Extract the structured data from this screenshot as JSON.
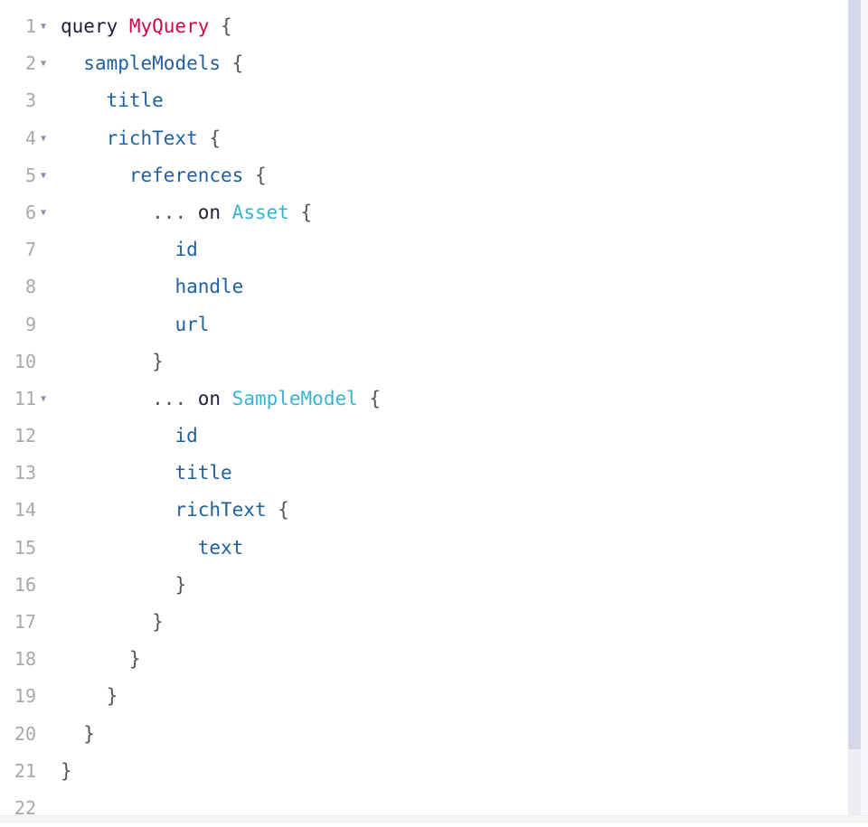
{
  "editor": {
    "lines": [
      {
        "n": "1",
        "fold": true,
        "indent": "",
        "tokens": [
          [
            "kw",
            "query "
          ],
          [
            "def",
            "MyQuery"
          ],
          [
            "punct",
            " {"
          ]
        ]
      },
      {
        "n": "2",
        "fold": true,
        "indent": "  ",
        "tokens": [
          [
            "field",
            "sampleModels"
          ],
          [
            "punct",
            " {"
          ]
        ]
      },
      {
        "n": "3",
        "fold": false,
        "indent": "    ",
        "tokens": [
          [
            "field",
            "title"
          ]
        ]
      },
      {
        "n": "4",
        "fold": true,
        "indent": "    ",
        "tokens": [
          [
            "field",
            "richText"
          ],
          [
            "punct",
            " {"
          ]
        ]
      },
      {
        "n": "5",
        "fold": true,
        "indent": "      ",
        "tokens": [
          [
            "field",
            "references"
          ],
          [
            "punct",
            " {"
          ]
        ]
      },
      {
        "n": "6",
        "fold": true,
        "indent": "        ",
        "tokens": [
          [
            "punct",
            "... "
          ],
          [
            "kw",
            "on "
          ],
          [
            "type",
            "Asset"
          ],
          [
            "punct",
            " {"
          ]
        ]
      },
      {
        "n": "7",
        "fold": false,
        "indent": "          ",
        "tokens": [
          [
            "field",
            "id"
          ]
        ]
      },
      {
        "n": "8",
        "fold": false,
        "indent": "          ",
        "tokens": [
          [
            "field",
            "handle"
          ]
        ]
      },
      {
        "n": "9",
        "fold": false,
        "indent": "          ",
        "tokens": [
          [
            "field",
            "url"
          ]
        ]
      },
      {
        "n": "10",
        "fold": false,
        "indent": "        ",
        "tokens": [
          [
            "punct",
            "}"
          ]
        ]
      },
      {
        "n": "11",
        "fold": true,
        "indent": "        ",
        "tokens": [
          [
            "punct",
            "... "
          ],
          [
            "kw",
            "on "
          ],
          [
            "type",
            "SampleModel"
          ],
          [
            "punct",
            " {"
          ]
        ]
      },
      {
        "n": "12",
        "fold": false,
        "indent": "          ",
        "tokens": [
          [
            "field",
            "id"
          ]
        ]
      },
      {
        "n": "13",
        "fold": false,
        "indent": "          ",
        "tokens": [
          [
            "field",
            "title"
          ]
        ]
      },
      {
        "n": "14",
        "fold": false,
        "indent": "          ",
        "tokens": [
          [
            "field",
            "richText"
          ],
          [
            "punct",
            " {"
          ]
        ]
      },
      {
        "n": "15",
        "fold": false,
        "indent": "            ",
        "tokens": [
          [
            "field",
            "text"
          ]
        ]
      },
      {
        "n": "16",
        "fold": false,
        "indent": "          ",
        "tokens": [
          [
            "punct",
            "}"
          ]
        ]
      },
      {
        "n": "17",
        "fold": false,
        "indent": "        ",
        "tokens": [
          [
            "punct",
            "}"
          ]
        ]
      },
      {
        "n": "18",
        "fold": false,
        "indent": "      ",
        "tokens": [
          [
            "punct",
            "}"
          ]
        ]
      },
      {
        "n": "19",
        "fold": false,
        "indent": "    ",
        "tokens": [
          [
            "punct",
            "}"
          ]
        ]
      },
      {
        "n": "20",
        "fold": false,
        "indent": "  ",
        "tokens": [
          [
            "punct",
            "}"
          ]
        ]
      },
      {
        "n": "21",
        "fold": false,
        "indent": "",
        "tokens": [
          [
            "punct",
            "}"
          ]
        ]
      },
      {
        "n": "22",
        "fold": false,
        "indent": "",
        "tokens": []
      }
    ],
    "fold_glyph": "▼",
    "colors": {
      "keyword": "#1f1f3a",
      "definition": "#d2054e",
      "field": "#1f61a0",
      "type": "#39b3d0",
      "line_number": "#a8a8a8"
    }
  }
}
